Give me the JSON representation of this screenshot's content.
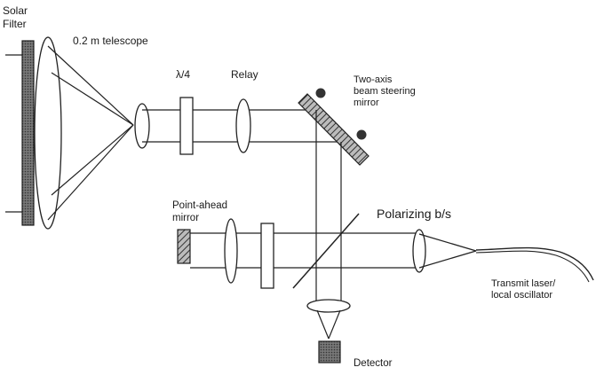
{
  "labels": {
    "solar_filter_line1": "Solar",
    "solar_filter_line2": "Filter",
    "telescope": "0.2 m telescope",
    "quarter_wave": "λ/4",
    "relay": "Relay",
    "steering_line1": "Two-axis",
    "steering_line2": "beam steering",
    "steering_line3": "mirror",
    "point_ahead_line1": "Point-ahead",
    "point_ahead_line2": "mirror",
    "polarizing": "Polarizing b/s",
    "transmit_line1": "Transmit laser/",
    "transmit_line2": "local oscillator",
    "detector": "Detector"
  },
  "colors": {
    "ink": "#222222",
    "filter_hatch": "#444444",
    "detector_fill": "#8a8a8a"
  },
  "icons": {
    "actuator": "dark-dot-icon"
  }
}
